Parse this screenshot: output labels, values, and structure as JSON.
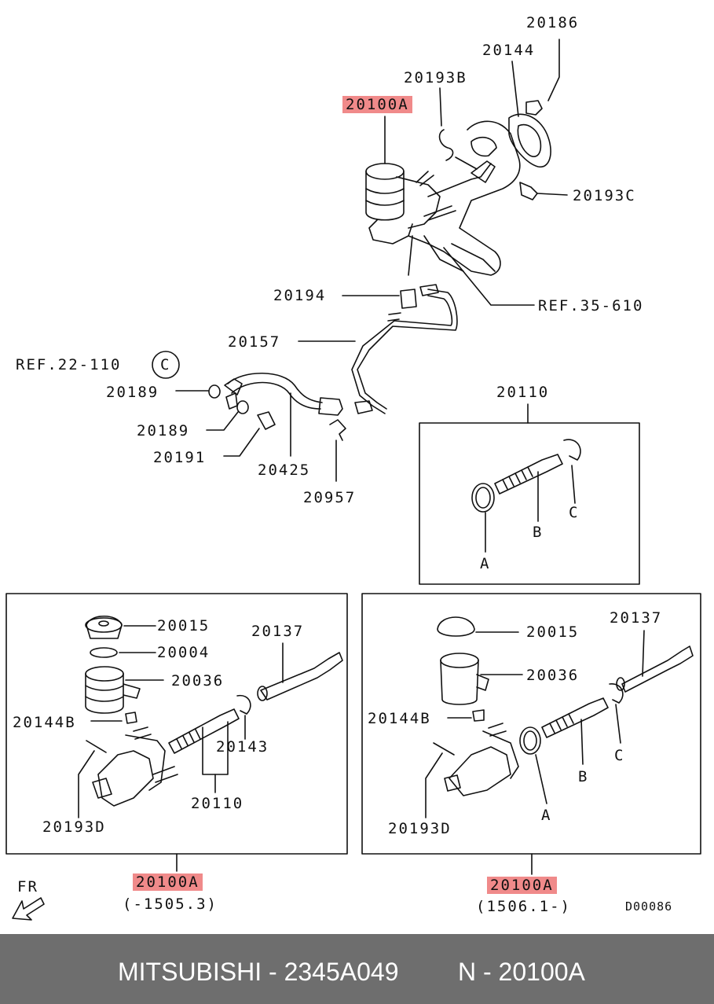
{
  "labels": {
    "l20186": "20186",
    "l20144": "20144",
    "l20193B": "20193B",
    "l20100A_top": "20100A",
    "l20193C": "20193C",
    "l20194": "20194",
    "ref35": "REF.35-610",
    "l20157": "20157",
    "ref22": "REF.22-110",
    "circleC": "C",
    "l20189a": "20189",
    "l20189b": "20189",
    "l20191": "20191",
    "l20425": "20425",
    "l20957": "20957",
    "box20110": "20110",
    "boxA": "A",
    "boxB": "B",
    "boxC": "C",
    "left": {
      "l20015": "20015",
      "l20004": "20004",
      "l20036": "20036",
      "l20137": "20137",
      "l20144B": "20144B",
      "l20143": "20143",
      "l20110": "20110",
      "l20193D": "20193D",
      "part": "20100A",
      "range": "(-1505.3)"
    },
    "right": {
      "l20015": "20015",
      "l20137": "20137",
      "l20036": "20036",
      "l20144B": "20144B",
      "lC": "C",
      "lB": "B",
      "lA": "A",
      "l20193D": "20193D",
      "part": "20100A",
      "range": "(1506.1-)"
    },
    "fr": "FR",
    "code": "D00086"
  },
  "footer": {
    "brand_part": "MITSUBISHI - 2345A049",
    "ref": "N - 20100A"
  },
  "colors": {
    "highlight": "#f08a8a",
    "footer_bg": "#6e6e6e"
  }
}
